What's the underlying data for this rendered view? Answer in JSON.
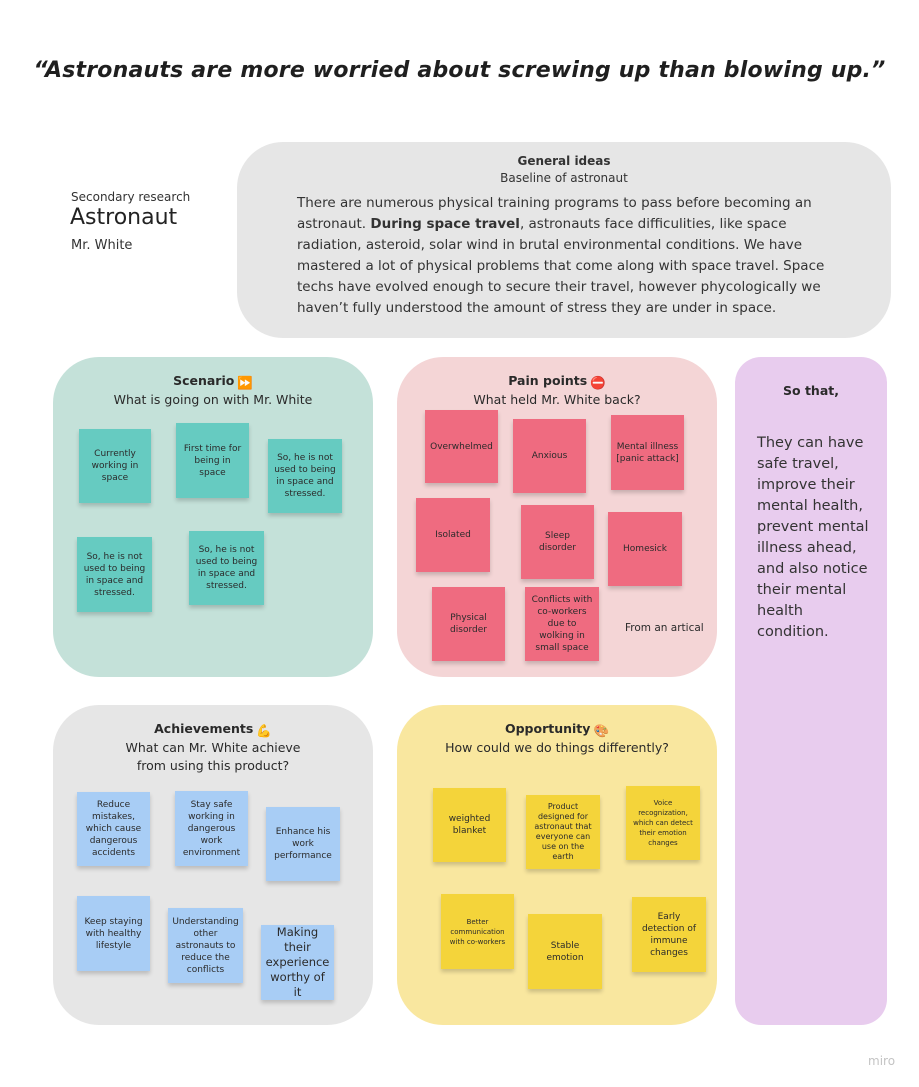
{
  "quote": "“Astronauts are more worried about screwing up than blowing up.”",
  "profile": {
    "label": "Secondary research",
    "name": "Astronaut",
    "person": "Mr. White"
  },
  "general": {
    "title": "General ideas",
    "subtitle": "Baseline of astronaut",
    "text_before": "There are numerous physical training programs to pass before becoming an astronaut. ",
    "text_bold": "During space travel",
    "text_after": ", astronauts face difficulities, like space radiation, asteroid, solar wind in brutal environmental conditions. We have mastered a lot of physical problems that come along with space travel. Space techs have evolved enough to secure their travel, however phycologically we haven’t fully understood the amount of stress they are under in space."
  },
  "scenario": {
    "title": "Scenario",
    "emoji": "⏩",
    "subtitle": "What is going on with Mr. White",
    "notes": [
      "Currently working in space",
      "First time for being in space",
      "So, he is not used to being in space and stressed.",
      "So, he is not used to being in space and stressed.",
      "So, he is not used to being in space and stressed."
    ]
  },
  "pain": {
    "title": "Pain points",
    "emoji": "⛔",
    "subtitle": "What held Mr. White back?",
    "notes": [
      "Overwhelmed",
      "Anxious",
      "Mental illness [panic attack]",
      "Isolated",
      "Sleep disorder",
      "Homesick",
      "Physical disorder",
      "Conflicts with co-workers due to wolking in small space"
    ],
    "source": "From an artical"
  },
  "achievements": {
    "title": "Achievements",
    "emoji": "💪",
    "subtitle": "What can Mr. White achieve from using this product?",
    "notes": [
      "Reduce mistakes, which cause dangerous accidents",
      "Stay safe working in dangerous work environment",
      "Enhance his work performance",
      "Keep staying with healthy lifestyle",
      "Understanding other astronauts to reduce the conflicts",
      "Making their experience worthy of it"
    ]
  },
  "opportunity": {
    "title": "Opportunity",
    "emoji": "🎨",
    "subtitle": "How could we do things differently?",
    "notes": [
      "weighted blanket",
      "Product designed for astronaut that everyone can use on the earth",
      "Voice recognization, which can detect their emotion changes",
      "Better communication with co-workers",
      "Stable emotion",
      "Early detection of immune changes"
    ]
  },
  "sothat": {
    "title": "So that,",
    "text": "They can have safe travel, improve their mental health, prevent mental illness ahead, and also notice their mental health condition."
  },
  "watermark": "miro",
  "colors": {
    "teal_note": "#66cbc1",
    "pink_note": "#ef6b80",
    "blue_note": "#a8cdf5",
    "yellow_note": "#f4d43a",
    "scenario_bg": "#c4e1d9",
    "pain_bg": "#f4d5d6",
    "achievements_bg": "#e6e6e6",
    "opportunity_bg": "#f9e79f",
    "sothat_bg": "#e8ccee"
  }
}
